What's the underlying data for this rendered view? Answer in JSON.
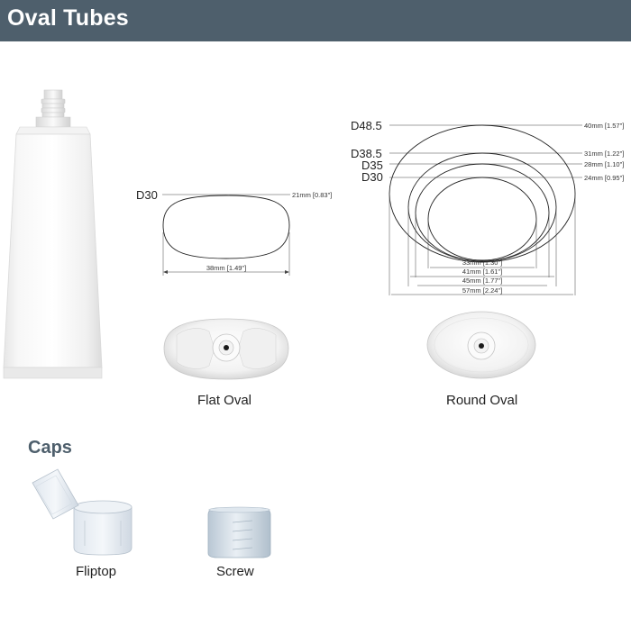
{
  "header": {
    "title": "Oval Tubes",
    "color": "#4e5f6c"
  },
  "flat_oval": {
    "caption": "Flat Oval",
    "diameter": "D30",
    "height_dim": "21mm [0.83\"]",
    "width_dim": "38mm [1.49\"]"
  },
  "round_oval": {
    "caption": "Round Oval",
    "diameters": [
      "D48.5",
      "D38.5",
      "D35",
      "D30"
    ],
    "height_dims": [
      "40mm [1.57\"]",
      "31mm [1.22\"]",
      "28mm [1.10\"]",
      "24mm [0.95\"]"
    ],
    "width_dims": [
      "33mm [1.30\"]",
      "41mm [1.61\"]",
      "45mm [1.77\"]",
      "57mm [2.24\"]"
    ]
  },
  "caps": {
    "title": "Caps",
    "items": [
      {
        "label": "Fliptop",
        "icon": "fliptop-cap-icon"
      },
      {
        "label": "Screw",
        "icon": "screw-cap-icon"
      }
    ]
  }
}
